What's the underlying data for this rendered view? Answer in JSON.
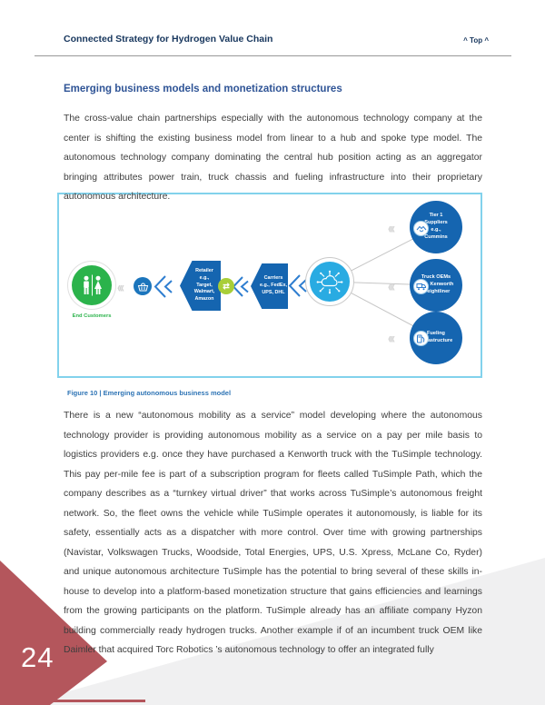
{
  "header": {
    "title": "Connected Strategy for Hydrogen Value Chain",
    "top_link": "^ Top ^"
  },
  "article": {
    "heading": "Emerging business models and monetization structures",
    "para1": "The cross-value chain partnerships especially with the autonomous technology company at the center is shifting the existing business model from linear to a hub and spoke type model. The autonomous technology company dominating the central hub position acting as an aggregator bringing attributes power train, truck chassis and fueling infrastructure into their proprietary autonomous architecture.",
    "para2": "There is a new “autonomous mobility as a service” model developing where the autonomous technology provider is providing autonomous mobility as a service on a pay per mile basis to logistics providers e.g. once they have purchased a Kenworth truck with the TuSimple technology.  This pay per-mile fee is part of a subscription program for fleets called TuSimple Path, which the company describes as a “turnkey virtual driver” that works across TuSimple’s autonomous freight network. So, the fleet owns the vehicle while TuSimple operates it autonomously, is liable for its safety, essentially acts as a dispatcher with more control. Over time with growing partnerships (Navistar, Volkswagen Trucks, Woodside, Total Energies, UPS, U.S. Xpress, McLane Co, Ryder) and unique autonomous architecture TuSimple has the potential to bring several of these skills in-house to develop into a platform-based monetization structure that gains efficiencies and learnings from the growing participants on the platform. TuSimple already has an affiliate company Hyzon building commercially ready hydrogen trucks. Another example if of an incumbent truck OEM like Daimler that acquired Torc Robotics ’s autonomous technology to offer an integrated fully"
  },
  "figure": {
    "caption": "Figure 10 | Emerging autonomous business model",
    "end_customers_label": "End Customers",
    "retailer_label": "Retailer\ne.g.,\nTarget,\nWalmart,\nAmazon",
    "carriers_label": "Carriers\ne.g., FedEx,\nUPS, DHL",
    "tier1_label": "Tier 1\nSuppliers\ne.g.,\nCummins",
    "truck_oems_label": "Truck OEMs\ne.g., Kenworth\nFreightliner",
    "fueling_label": "Fueling\nInfrastructure"
  },
  "icons": {
    "chevrons_left": "‹‹‹",
    "exchange": "⇄"
  },
  "page_number": "24",
  "colors": {
    "title_navy": "#17365D",
    "heading_blue": "#2F5496",
    "caption_blue": "#2E74B5",
    "figure_border": "#82D2EC",
    "node_blue": "#1565B0",
    "hub_blue": "#29ABE2",
    "customer_green": "#2BB34B",
    "money_lime": "#A8CE38",
    "corner_maroon": "#B4565C",
    "wedge_gray": "#F0F0F1"
  }
}
